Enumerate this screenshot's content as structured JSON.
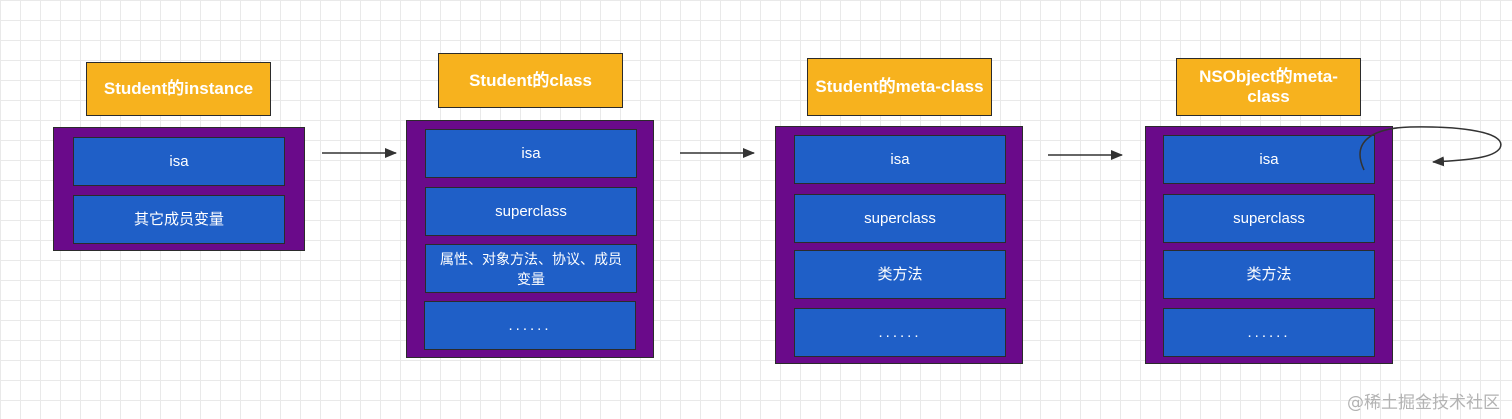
{
  "diagram": {
    "boxes": [
      {
        "title": "Student的instance",
        "cells": [
          "isa",
          "其它成员变量"
        ]
      },
      {
        "title": "Student的class",
        "cells": [
          "isa",
          "superclass",
          "属性、对象方法、协议、成员变量",
          "......"
        ]
      },
      {
        "title": "Student的meta-class",
        "cells": [
          "isa",
          "superclass",
          "类方法",
          "......"
        ]
      },
      {
        "title": "NSObject的meta-class",
        "cells": [
          "isa",
          "superclass",
          "类方法",
          "......"
        ]
      }
    ]
  },
  "watermark": "@稀土掘金技术社区",
  "colors": {
    "title_bg": "#f7b21e",
    "panel_bg": "#6a0a8a",
    "cell_bg": "#1f5fc7",
    "arrow": "#333333"
  }
}
